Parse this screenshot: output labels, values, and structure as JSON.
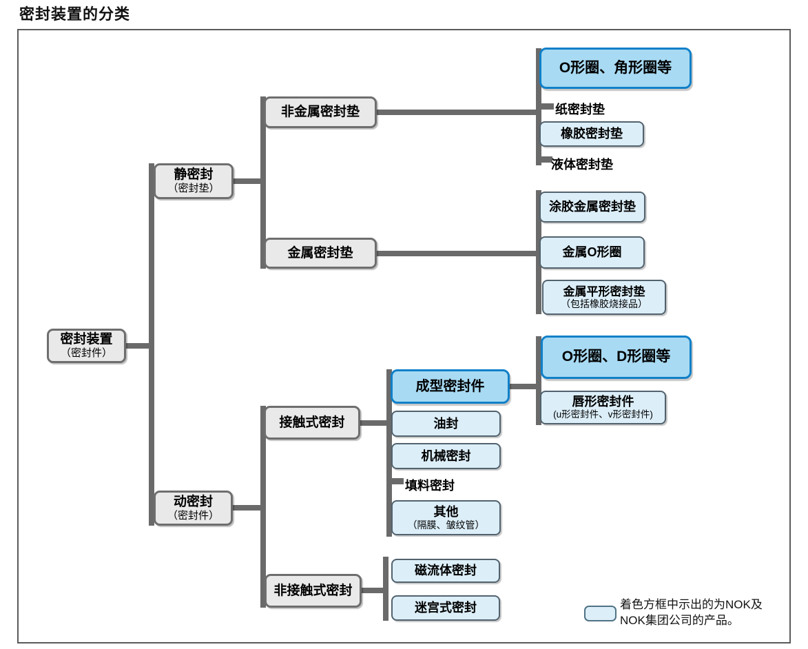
{
  "title": "密封装置的分类",
  "colors": {
    "category_fill": "#e9e9e9",
    "category_border": "#6e6e6e",
    "product_fill": "#dceef8",
    "product_border": "#51626e",
    "highlight_fill": "#a8daf3",
    "highlight_border": "#1080c8",
    "line_color": "#6a6a6a"
  },
  "nodes": {
    "root": {
      "title": "密封装置",
      "subtitle": "（密封件）"
    },
    "static_seal": {
      "title": "静密封",
      "subtitle": "（密封垫）"
    },
    "dynamic_seal": {
      "title": "动密封",
      "subtitle": "（密封件）"
    },
    "non_metal_gasket": {
      "title": "非金属密封垫"
    },
    "metal_gasket": {
      "title": "金属密封垫"
    },
    "contact_seal": {
      "title": "接触式密封"
    },
    "non_contact_seal": {
      "title": "非接触式密封"
    },
    "o_ring_corner_ring": {
      "title": "O形圈、角形圈等"
    },
    "paper_gasket": {
      "title": "纸密封垫"
    },
    "rubber_gasket": {
      "title": "橡胶密封垫"
    },
    "liquid_gasket": {
      "title": "液体密封垫"
    },
    "coated_metal_gasket": {
      "title": "涂胶金属密封垫"
    },
    "metal_o_ring": {
      "title": "金属O形圈"
    },
    "metal_flat_gasket": {
      "title": "金属平形密封垫",
      "subtitle": "（包括橡胶烧接品）"
    },
    "molded_seal": {
      "title": "成型密封件"
    },
    "oil_seal": {
      "title": "油封"
    },
    "mechanical_seal": {
      "title": "机械密封"
    },
    "packing_seal": {
      "title": "填料密封"
    },
    "other_seal": {
      "title": "其他",
      "subtitle": "（隔膜、皱纹管）"
    },
    "o_ring_d_ring": {
      "title": "O形圈、D形圈等"
    },
    "lip_seal": {
      "title": "唇形密封件",
      "subtitle": "(u形密封件、v形密封件)"
    },
    "magnetic_fluid_seal": {
      "title": "磁流体密封"
    },
    "labyrinth_seal": {
      "title": "迷宫式密封"
    }
  },
  "legend": {
    "line1": "着色方框中示出的为NOK及",
    "line2": "NOK集团公司的产品。"
  }
}
